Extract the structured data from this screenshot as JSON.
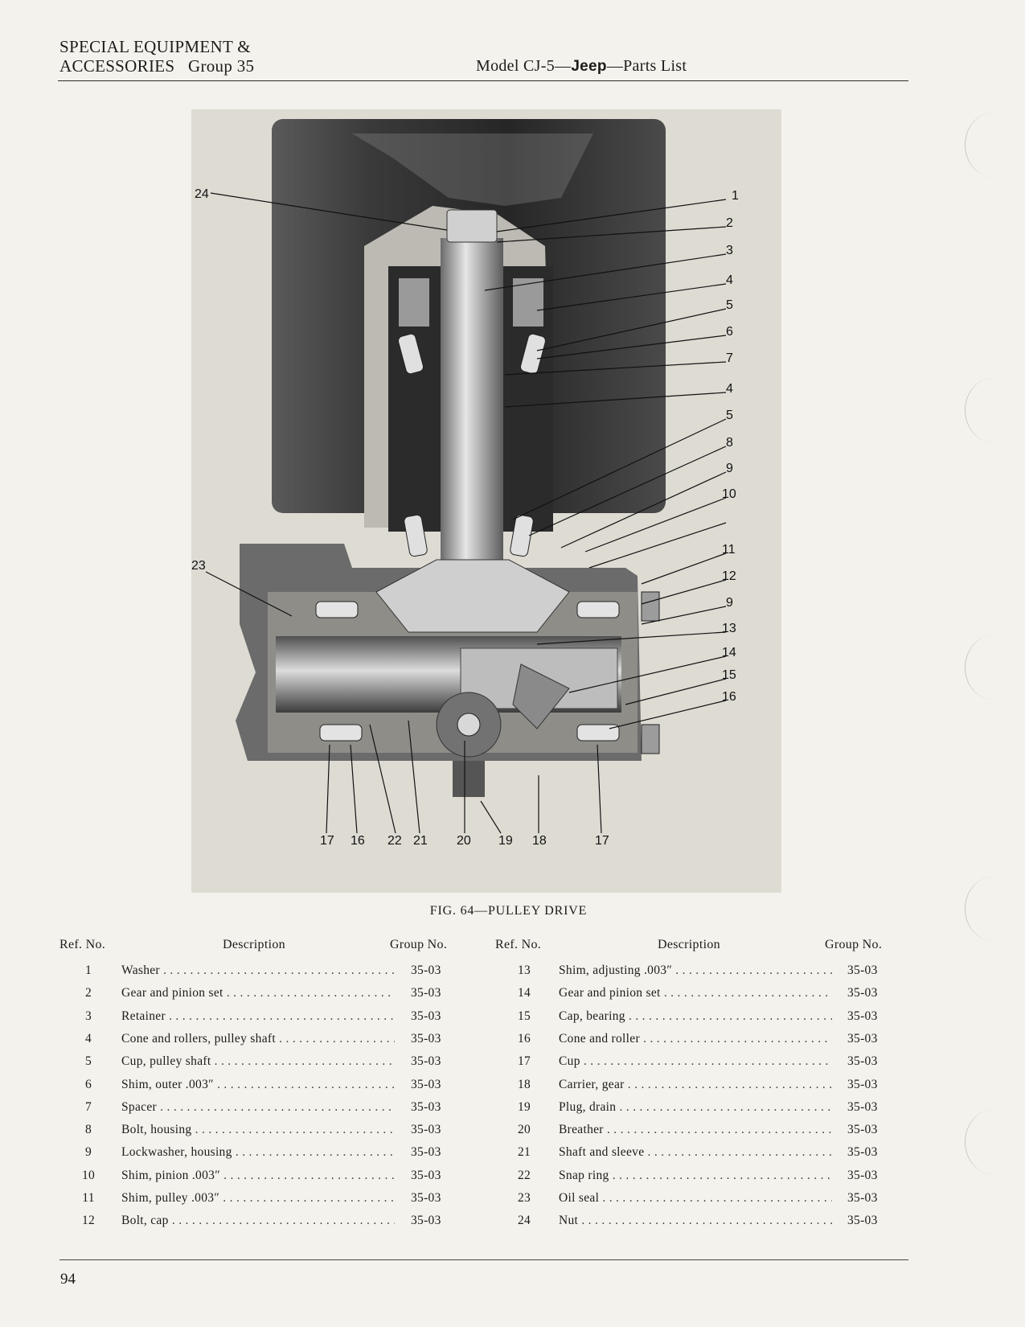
{
  "header": {
    "left_line1": "SPECIAL EQUIPMENT &",
    "left_line2": "ACCESSORIES   Group 35",
    "model": "Model CJ-5—",
    "brand": "Jeep",
    "suffix": "—Parts List"
  },
  "figure": {
    "caption": "FIG. 64—PULLEY DRIVE",
    "callouts_right": [
      "1",
      "2",
      "3",
      "4",
      "5",
      "6",
      "7",
      "4",
      "5",
      "8",
      "9",
      "10",
      "11",
      "12",
      "9",
      "13",
      "14",
      "15",
      "16"
    ],
    "callouts_bottom": [
      "17",
      "16",
      "22",
      "21",
      "20",
      "19",
      "18",
      "17"
    ],
    "callouts_left": [
      "24",
      "23"
    ]
  },
  "table": {
    "headers": {
      "ref": "Ref. No.",
      "desc": "Description",
      "group": "Group No."
    },
    "left": [
      {
        "ref": "1",
        "desc": "Washer",
        "group": "35-03"
      },
      {
        "ref": "2",
        "desc": "Gear and pinion set",
        "group": "35-03"
      },
      {
        "ref": "3",
        "desc": "Retainer",
        "group": "35-03"
      },
      {
        "ref": "4",
        "desc": "Cone and rollers, pulley shaft",
        "group": "35-03"
      },
      {
        "ref": "5",
        "desc": "Cup, pulley shaft",
        "group": "35-03"
      },
      {
        "ref": "6",
        "desc": "Shim, outer .003″",
        "group": "35-03"
      },
      {
        "ref": "7",
        "desc": "Spacer",
        "group": "35-03"
      },
      {
        "ref": "8",
        "desc": "Bolt, housing",
        "group": "35-03"
      },
      {
        "ref": "9",
        "desc": "Lockwasher, housing",
        "group": "35-03"
      },
      {
        "ref": "10",
        "desc": "Shim, pinion .003″",
        "group": "35-03"
      },
      {
        "ref": "11",
        "desc": "Shim, pulley .003″",
        "group": "35-03"
      },
      {
        "ref": "12",
        "desc": "Bolt, cap",
        "group": "35-03"
      }
    ],
    "right": [
      {
        "ref": "13",
        "desc": "Shim, adjusting .003″",
        "group": "35-03"
      },
      {
        "ref": "14",
        "desc": "Gear and pinion set",
        "group": "35-03"
      },
      {
        "ref": "15",
        "desc": "Cap, bearing",
        "group": "35-03"
      },
      {
        "ref": "16",
        "desc": "Cone and roller",
        "group": "35-03"
      },
      {
        "ref": "17",
        "desc": "Cup",
        "group": "35-03"
      },
      {
        "ref": "18",
        "desc": "Carrier, gear",
        "group": "35-03"
      },
      {
        "ref": "19",
        "desc": "Plug, drain",
        "group": "35-03"
      },
      {
        "ref": "20",
        "desc": "Breather",
        "group": "35-03"
      },
      {
        "ref": "21",
        "desc": "Shaft and sleeve",
        "group": "35-03"
      },
      {
        "ref": "22",
        "desc": "Snap ring",
        "group": "35-03"
      },
      {
        "ref": "23",
        "desc": "Oil seal",
        "group": "35-03"
      },
      {
        "ref": "24",
        "desc": "Nut",
        "group": "35-03"
      }
    ]
  },
  "footer": {
    "page_number": "94"
  }
}
